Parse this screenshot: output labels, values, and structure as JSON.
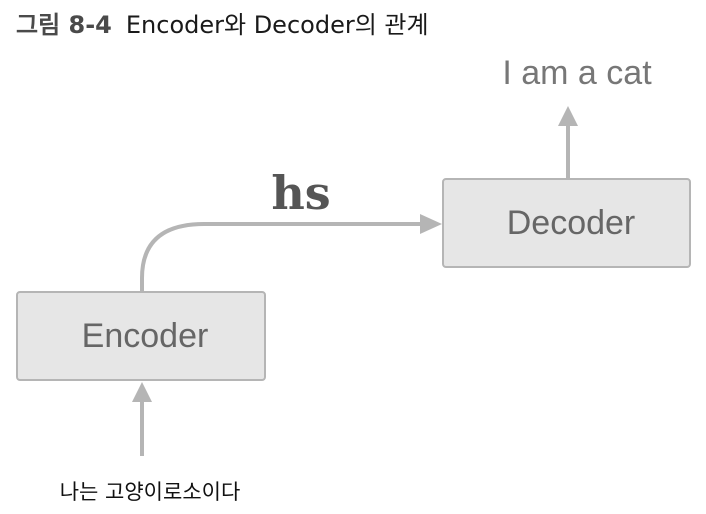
{
  "caption": {
    "number": "그림 8-4",
    "title": "Encoder와 Decoder의 관계"
  },
  "diagram": {
    "encoder_label": "Encoder",
    "decoder_label": "Decoder",
    "hidden_state_label": "hs",
    "input_text": "나는 고양이로소이다",
    "output_text": "I am a cat",
    "colors": {
      "box_fill": "#e6e6e6",
      "box_border": "#b5b5b5",
      "arrow": "#b5b5b5",
      "box_text": "#666666"
    }
  }
}
